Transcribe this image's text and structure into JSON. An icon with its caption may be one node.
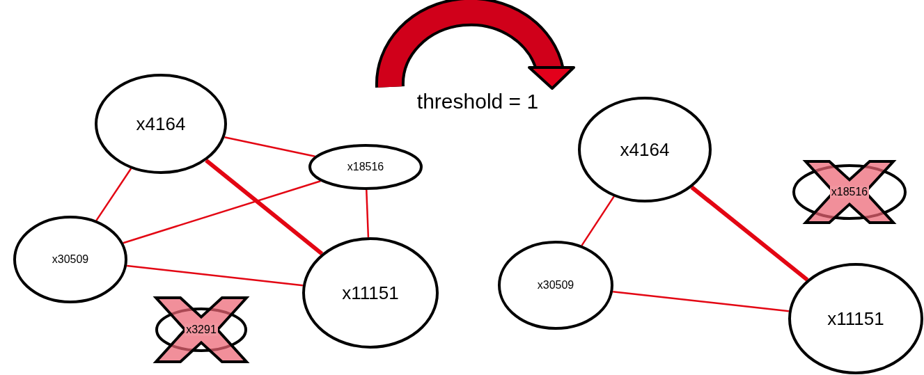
{
  "diagram": {
    "nodes": [
      {
        "text": [
          "x4164"
        ]
      },
      {
        "text": [
          "x18516"
        ]
      },
      {
        "text": [
          "x30509"
        ]
      },
      {
        "text": [
          "x11151"
        ]
      },
      {
        "text": [
          "x3291"
        ]
      },
      {
        "text": [
          "x4164"
        ]
      },
      {
        "text": [
          "x18516"
        ]
      },
      {
        "text": [
          "x30509"
        ]
      },
      {
        "text": [
          "x11151"
        ]
      }
    ],
    "edges": [
      {
        "from": 0,
        "to": 1,
        "arrow": "none"
      },
      {
        "from": 0,
        "to": 2,
        "arrow": "none"
      },
      {
        "from": 0,
        "to": 3,
        "arrow": "none",
        "style": "thick"
      },
      {
        "from": 1,
        "to": 2,
        "arrow": "none"
      },
      {
        "from": 1,
        "to": 3,
        "arrow": "none"
      },
      {
        "from": 2,
        "to": 3,
        "arrow": "none"
      },
      {
        "from": 5,
        "to": 7,
        "arrow": "none"
      },
      {
        "from": 5,
        "to": 8,
        "arrow": "none",
        "style": "thick"
      },
      {
        "from": 7,
        "to": 8,
        "arrow": "none"
      }
    ],
    "labels": [
      "threshold = 1"
    ]
  }
}
